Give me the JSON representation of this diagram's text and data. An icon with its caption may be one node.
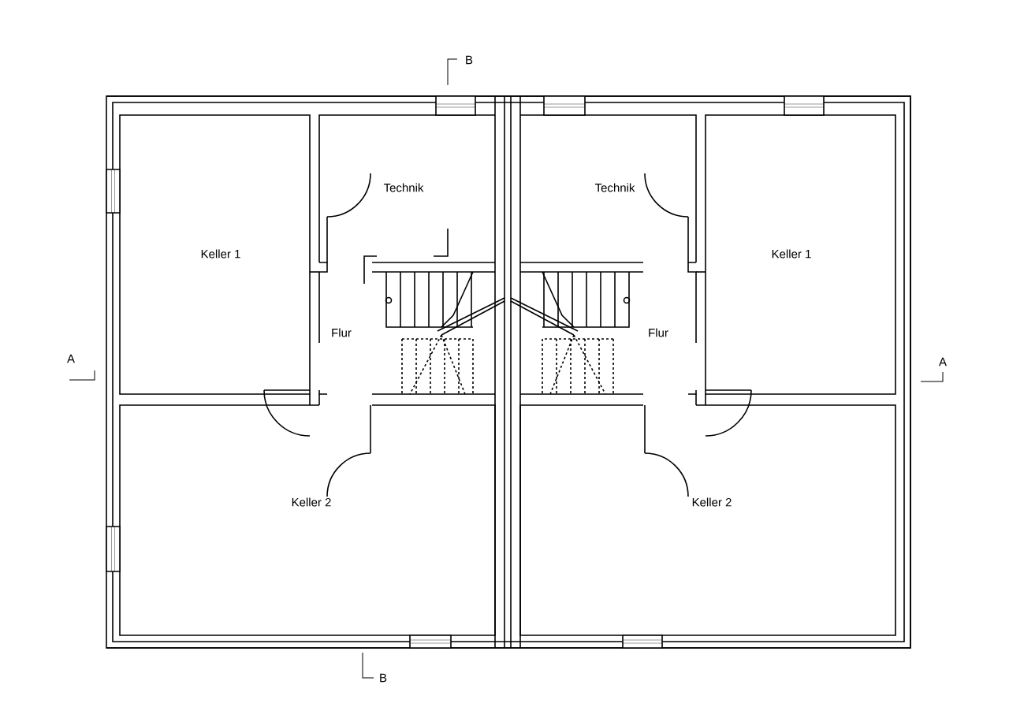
{
  "diagram": {
    "labels": [
      "B",
      "Technik",
      "Technik",
      "Keller 1",
      "Keller 1",
      "Flur",
      "Flur",
      "A",
      "A",
      "Keller 2",
      "Keller 2",
      "B"
    ]
  }
}
